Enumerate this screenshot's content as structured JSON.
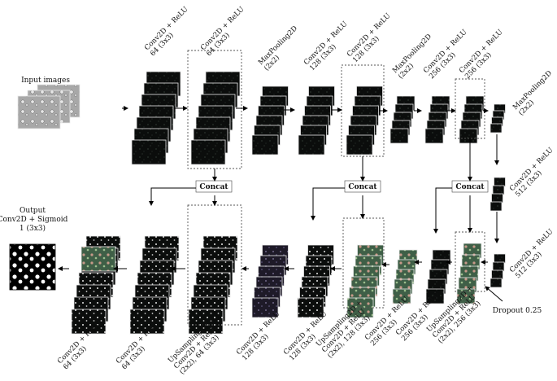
{
  "labels": {
    "input_images": "Input images",
    "output_title": "Output",
    "output_layer": "Conv2D + Sigmoid",
    "output_kernel": "1 (3x3)",
    "concat": "Concat",
    "dropout": "Dropout 0.25",
    "encoder_conv1a": [
      "Conv2D + ReLU",
      "64 (3x3)"
    ],
    "encoder_conv1b": [
      "Conv2D + ReLU",
      "64 (3x3)"
    ],
    "encoder_pool1": [
      "MaxPooling2D",
      "(2x2)"
    ],
    "encoder_conv2a": [
      "Conv2D + ReLU",
      "128 (3x3)"
    ],
    "encoder_conv2b": [
      "Conv2D + ReLU",
      "128 (3x3)"
    ],
    "encoder_pool2": [
      "MaxPooling2D",
      "(2x2)"
    ],
    "encoder_conv3a": [
      "Conv2D + ReLU",
      "256 (3x3)"
    ],
    "encoder_conv3b": [
      "Conv2D + ReLU",
      "256 (3x3)"
    ],
    "encoder_pool3": [
      "MaxPooling2D",
      "(2x2)"
    ],
    "bottleneck_conv1": [
      "Conv2D + ReLU",
      "512 (3x3)"
    ],
    "bottleneck_conv2": [
      "Conv2D + ReLU",
      "512 (3x3)"
    ],
    "decoder_up3": [
      "UpSampling2D +",
      "Conv2D + ReLU",
      "(2x2), 256 (3x3)"
    ],
    "decoder_conv3a": [
      "Conv2D + ReLU",
      "256 (3x3)"
    ],
    "decoder_conv3b": [
      "Conv2D + ReLU",
      "256 (3x3)"
    ],
    "decoder_up2": [
      "UpSampling2D +",
      "Conv2D + ReLU",
      "(2x2), 128 (3x3)"
    ],
    "decoder_conv2a": [
      "Conv2D + ReLU",
      "128 (3x3)"
    ],
    "decoder_conv2b": [
      "Conv2D + ReLU",
      "128 (3x3)"
    ],
    "decoder_up1": [
      "UpSampling2D +",
      "Conv2D + ReLU",
      "(2x2), 64 (3x3)"
    ],
    "decoder_conv1a": [
      "Conv2D + ReLU",
      "64 (3x3)"
    ],
    "decoder_conv1b": [
      "Conv2D + ReLU",
      "64 (3x3)"
    ]
  },
  "colors": {
    "feature_dark": "#0b0d0c",
    "feature_border": "#e6e6e6",
    "input_gray": "#9a9a9a",
    "green_tint": "#4f7a55",
    "purple_tint": "#2a2338",
    "arrow": "#000000",
    "box_dash": "#555555"
  }
}
